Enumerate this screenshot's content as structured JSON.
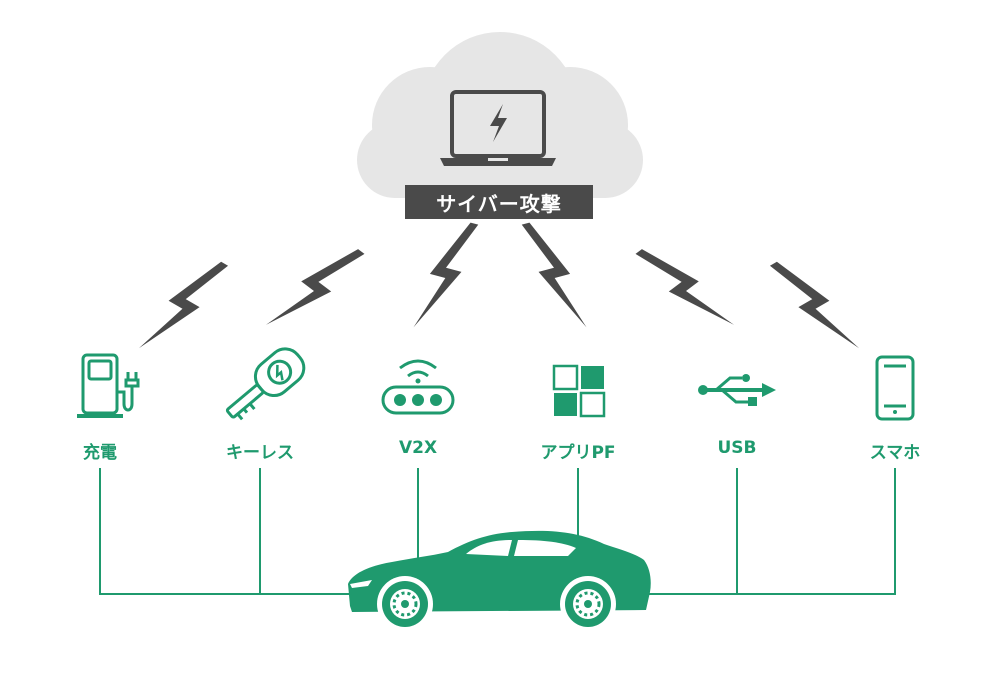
{
  "cloud": {
    "attack_label": "サイバー攻撃",
    "icon": "laptop-lightning-icon"
  },
  "attack_vectors": [
    {
      "label": "充電",
      "icon": "ev-charger-icon"
    },
    {
      "label": "キーレス",
      "icon": "keyless-key-icon"
    },
    {
      "label": "V2X",
      "icon": "v2x-router-icon"
    },
    {
      "label": "アプリPF",
      "icon": "app-platform-grid-icon"
    },
    {
      "label": "USB",
      "icon": "usb-icon"
    },
    {
      "label": "スマホ",
      "icon": "smartphone-icon"
    }
  ],
  "vehicle": {
    "icon": "car-icon"
  },
  "colors": {
    "accent": "#1f9a6e",
    "lightning": "#4a4a4a",
    "cloud": "#e6e6e6",
    "label_bg": "#4a4a4a"
  }
}
